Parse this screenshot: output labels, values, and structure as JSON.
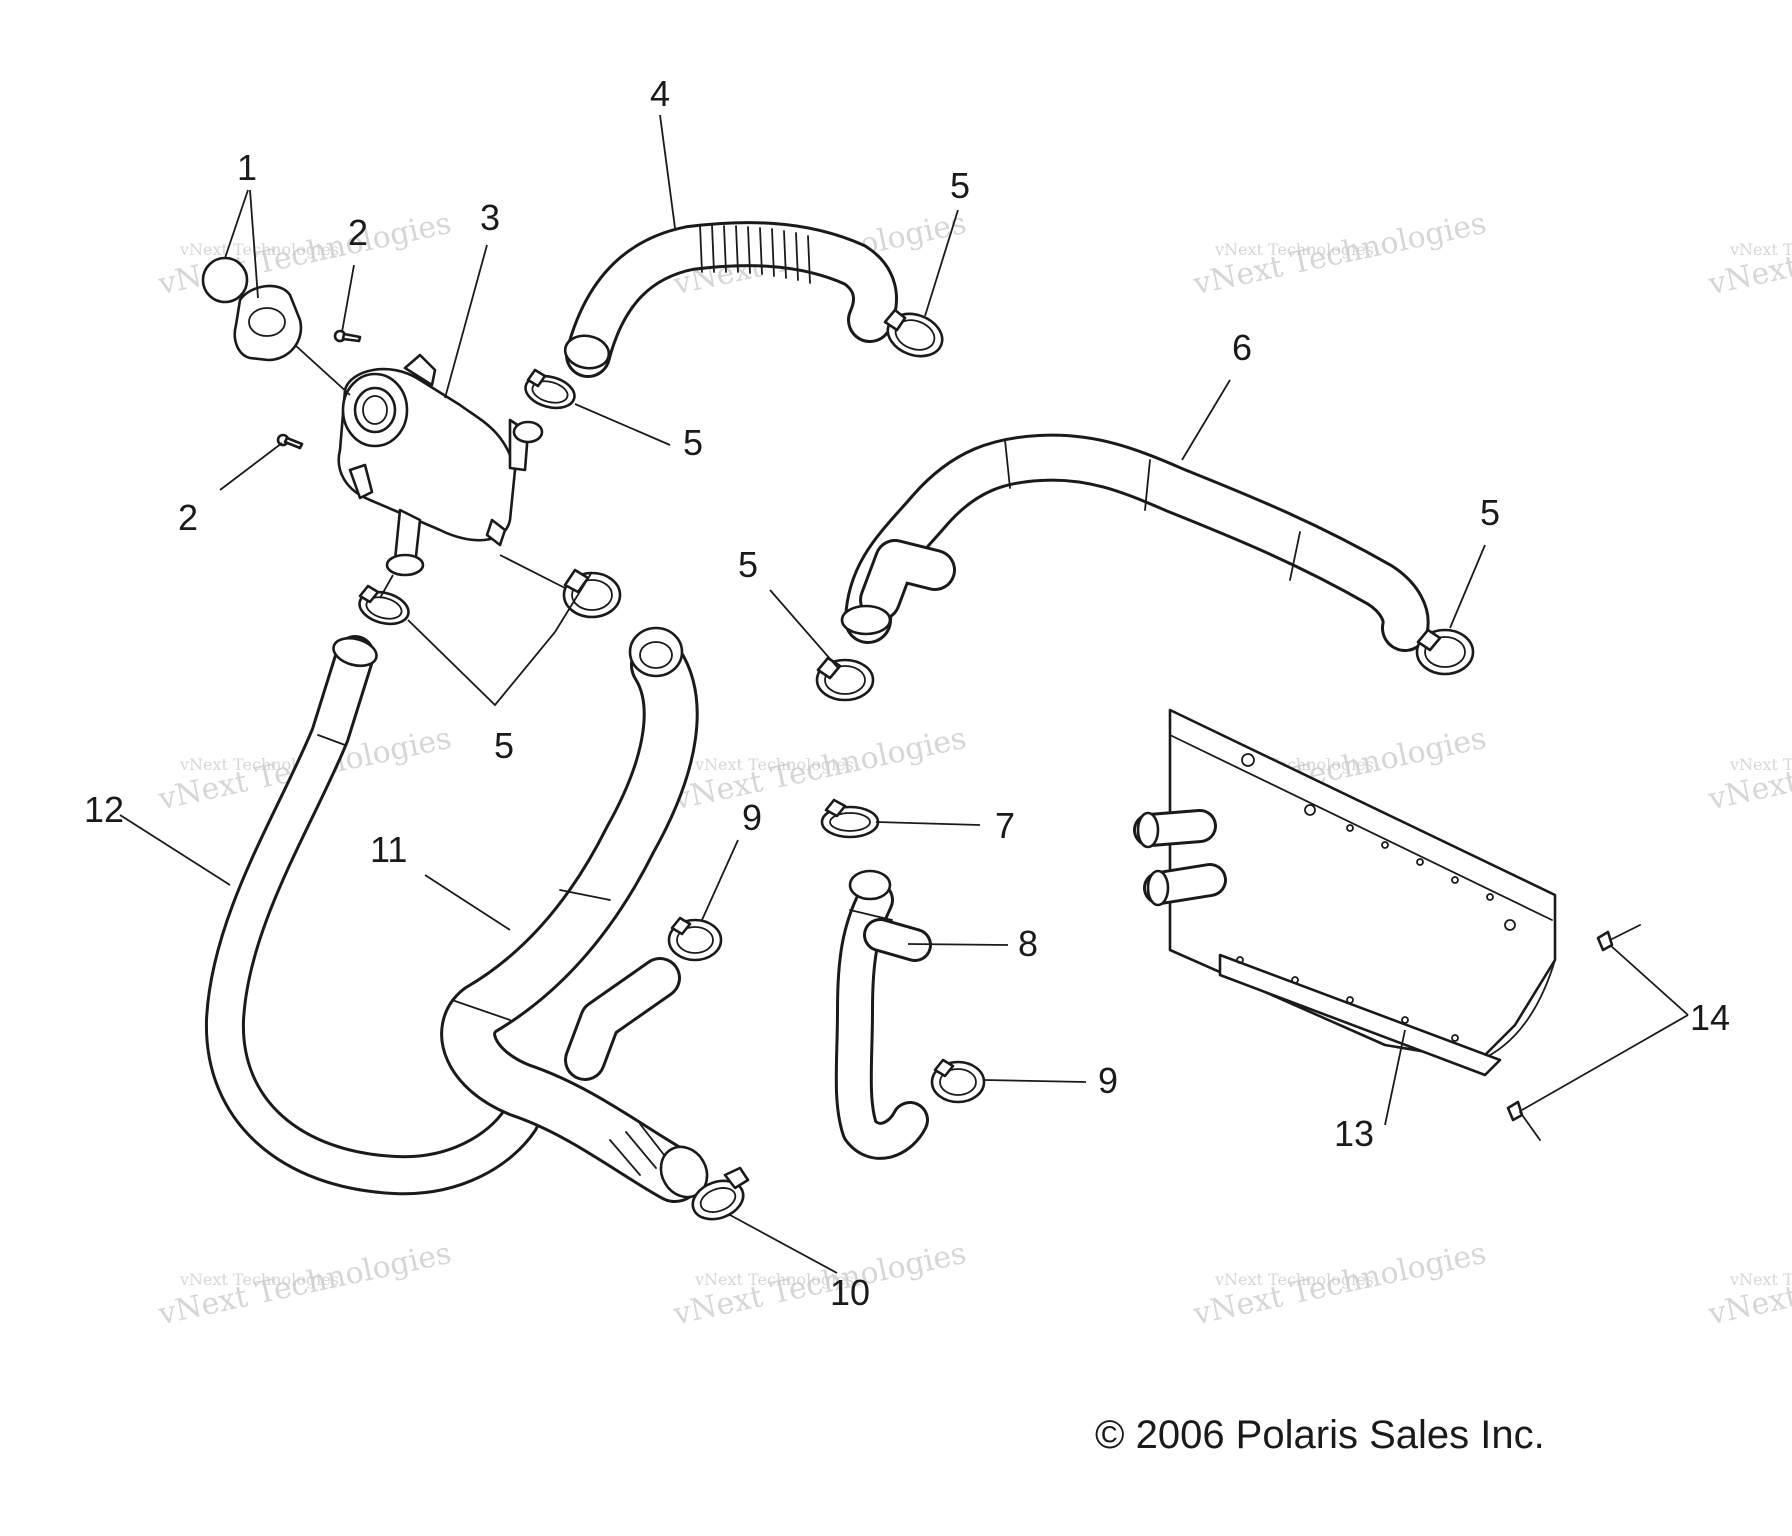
{
  "callouts": [
    {
      "id": "1",
      "text": "1"
    },
    {
      "id": "2a",
      "text": "2"
    },
    {
      "id": "2b",
      "text": "2"
    },
    {
      "id": "3",
      "text": "3"
    },
    {
      "id": "4",
      "text": "4"
    },
    {
      "id": "5a",
      "text": "5"
    },
    {
      "id": "5b",
      "text": "5"
    },
    {
      "id": "5c",
      "text": "5"
    },
    {
      "id": "5d",
      "text": "5"
    },
    {
      "id": "5e",
      "text": "5"
    },
    {
      "id": "6",
      "text": "6"
    },
    {
      "id": "7",
      "text": "7"
    },
    {
      "id": "8",
      "text": "8"
    },
    {
      "id": "9a",
      "text": "9"
    },
    {
      "id": "9b",
      "text": "9"
    },
    {
      "id": "10",
      "text": "10"
    },
    {
      "id": "11",
      "text": "11"
    },
    {
      "id": "12",
      "text": "12"
    },
    {
      "id": "13",
      "text": "13"
    },
    {
      "id": "14",
      "text": "14"
    }
  ],
  "watermark": {
    "small": "vNext Technologies",
    "large": "vNext Technologies"
  },
  "copyright": "© 2006 Polaris Sales Inc."
}
